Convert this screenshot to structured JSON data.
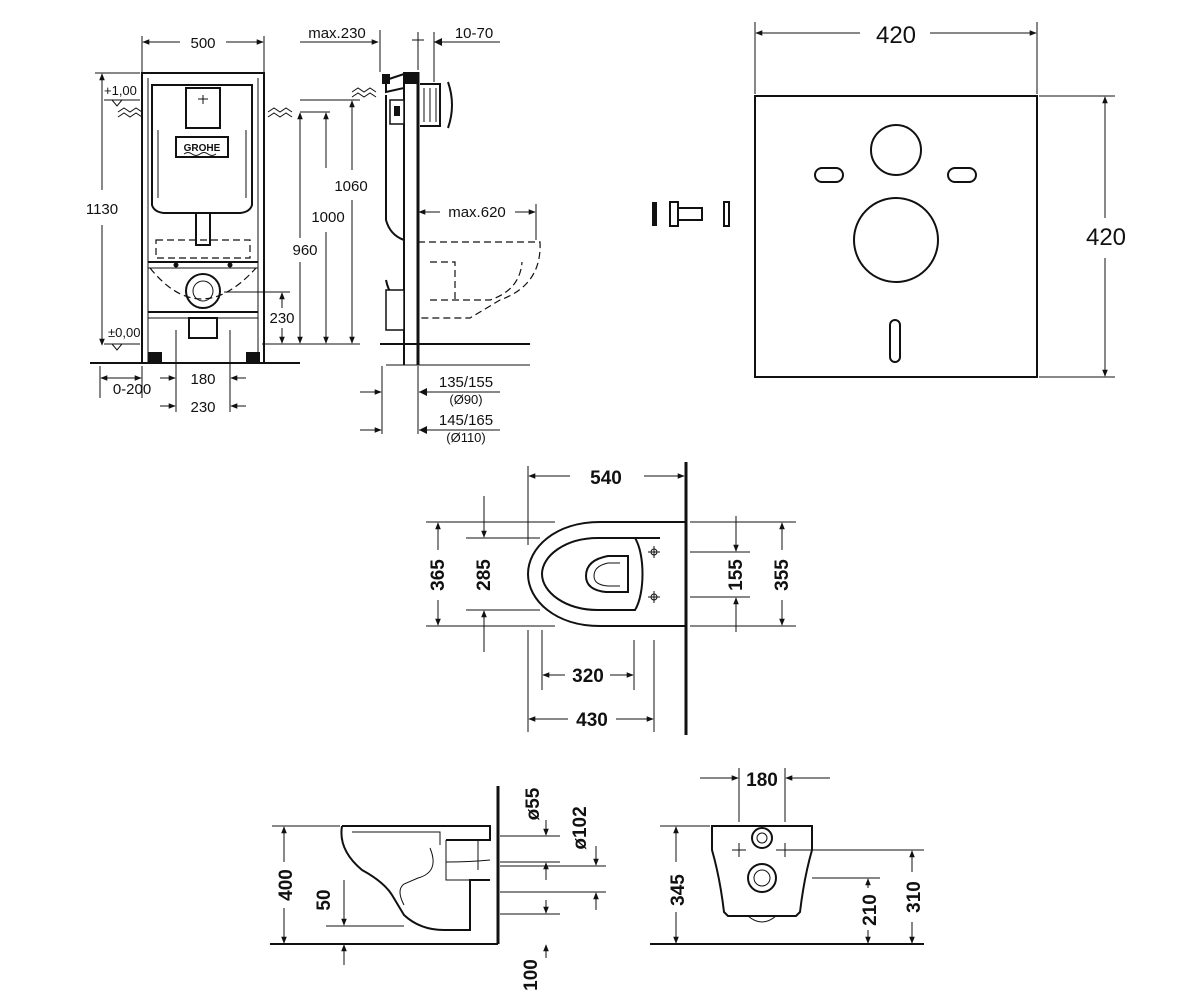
{
  "frame": {
    "width": "500",
    "max_wall_gap": "max.230",
    "cover_depth": "10-70",
    "height_total": "1130",
    "height_1060": "1060",
    "height_1000": "1000",
    "height_960": "960",
    "height_230": "230",
    "level_top": "+1,00",
    "level_zero": "±0,00",
    "max_projection": "max.620",
    "foot_adjust": "0-200",
    "bolt_spacing_180": "180",
    "bolt_spacing_230": "230",
    "drain_offset_90": "135/155",
    "drain_diam_90": "(Ø90)",
    "drain_offset_110": "145/165",
    "drain_diam_110": "(Ø110)",
    "brand": "GROHE"
  },
  "soundproof_pad": {
    "width": "420",
    "height": "420"
  },
  "bowl_top": {
    "length": "540",
    "outer_width": "365",
    "seat_width": "285",
    "fixing_spacing": "155",
    "rear_width": "355",
    "seat_depth": "320",
    "bowl_depth": "430"
  },
  "bowl_side": {
    "height": "400",
    "rim_offset": "50",
    "floor_gap": "100",
    "inlet_diam": "ø55",
    "outlet_diam": "ø102"
  },
  "bowl_rear": {
    "bolt_spacing": "180",
    "rear_height": "345",
    "outlet_height": "210",
    "inlet_height": "310"
  }
}
